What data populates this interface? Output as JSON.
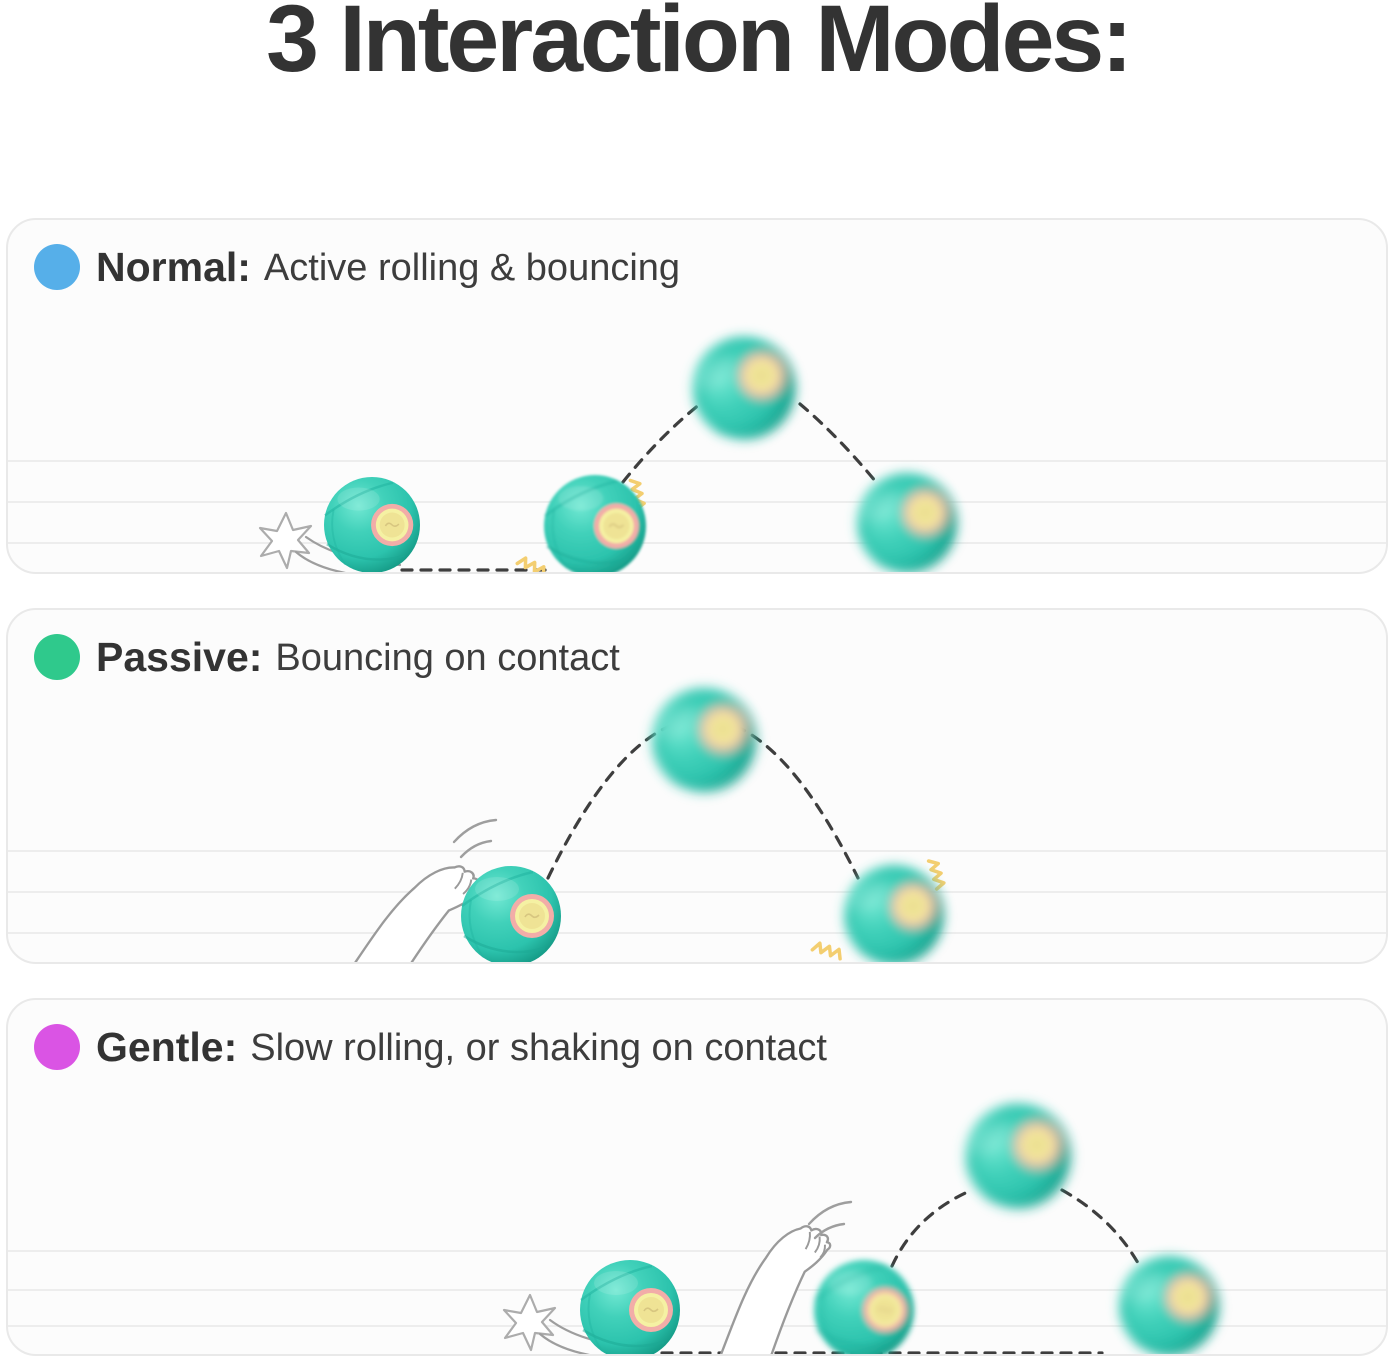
{
  "title": "3 Interaction Modes:",
  "modes": [
    {
      "name": "Normal:",
      "description": "Active rolling & bouncing",
      "dot_color": "#56AFE9"
    },
    {
      "name": "Passive:",
      "description": "Bouncing on contact",
      "dot_color": "#2FC98C"
    },
    {
      "name": "Gentle:",
      "description": "Slow rolling, or shaking on contact",
      "dot_color": "#DA54E4"
    }
  ],
  "illustration": {
    "ball_color": "#2CC3AD",
    "ball_window_ring_color": "#F2ADA8",
    "ball_window_center_color": "#F5F1A3",
    "trajectory_dash_color": "#3E3E3E",
    "vibration_squiggle_color": "#F3CE70",
    "icons": [
      "pet-ball",
      "cat-paw",
      "paw-swipe-star",
      "trajectory-dashes",
      "vibration-squiggle"
    ]
  }
}
